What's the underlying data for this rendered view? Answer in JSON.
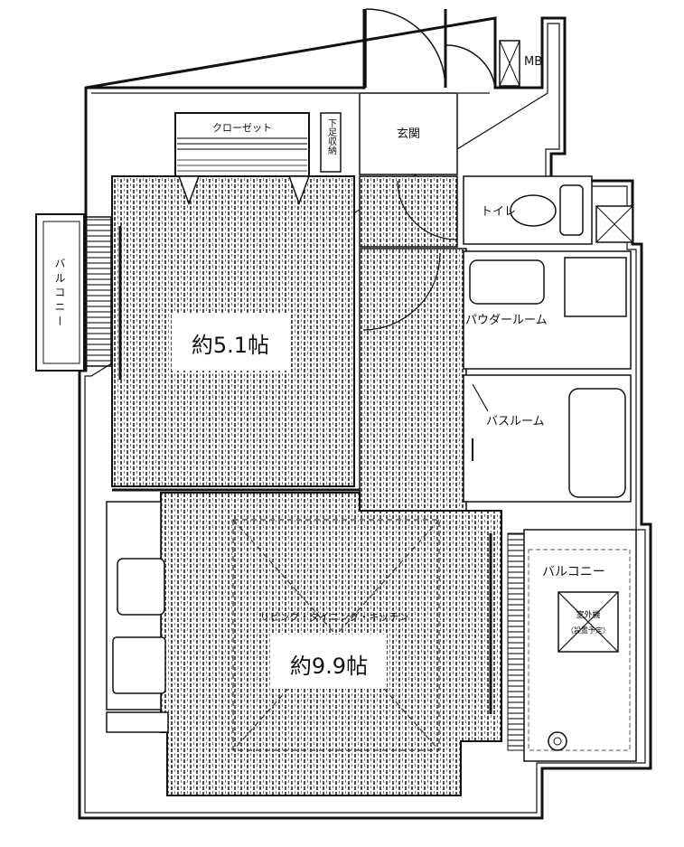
{
  "rooms": {
    "closet": "クローゼット",
    "shoe_storage": "下足収納",
    "entrance": "玄関",
    "toilet": "トイレ",
    "meter_box": "MB",
    "powder_room": "パウダールーム",
    "bathroom": "バスルーム",
    "balcony": "バルコニー",
    "ldk": "リビング・ダイニング・キッチン",
    "west_balcony": "バルコニー"
  },
  "sizes": {
    "western_room": "約5.1帖",
    "ldk": "約9.9帖"
  },
  "fixtures": {
    "outdoor_unit": "室外機",
    "outdoor_unit_note": "（設置予定）"
  }
}
